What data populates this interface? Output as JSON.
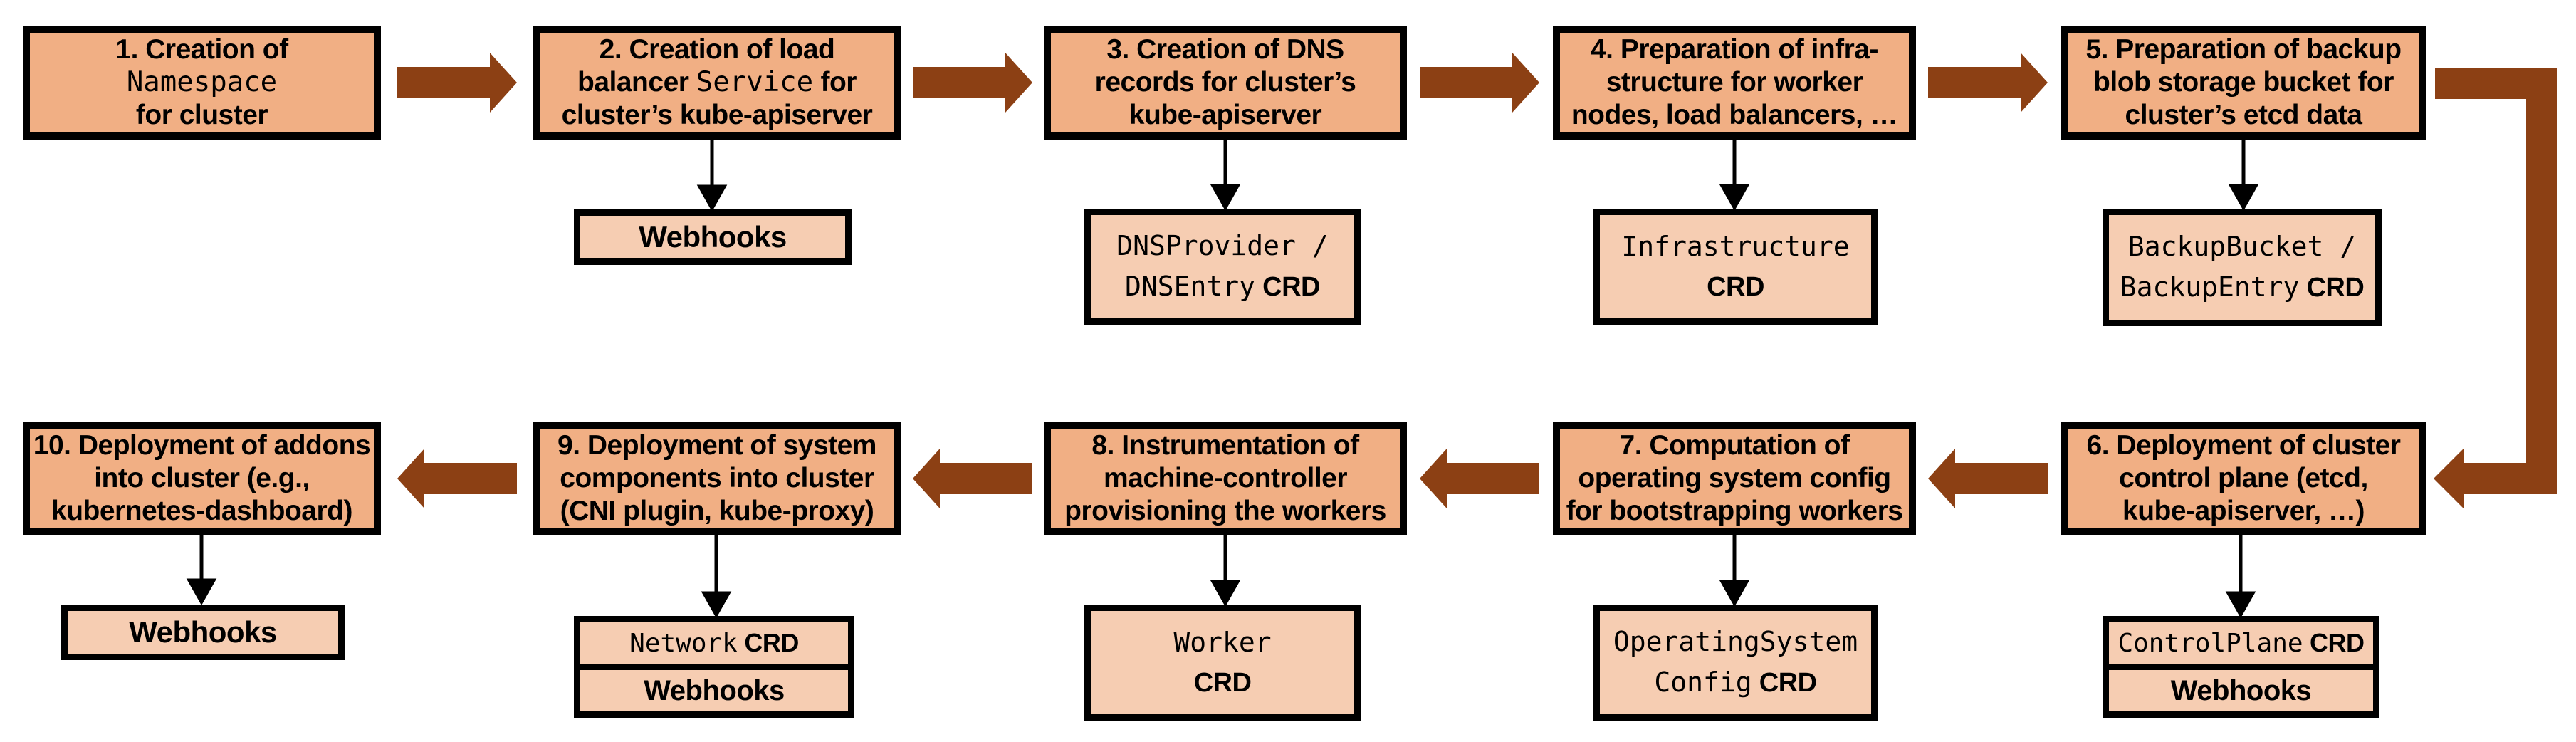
{
  "colors": {
    "step_box_fill": "#F1AF84",
    "artifact_box_fill": "#F6CDB2",
    "border": "#000000",
    "flow_arrow": "#8C4014",
    "background": "#FFFFFF"
  },
  "steps": [
    {
      "lines": [
        {
          "segs": [
            {
              "text": "1. Creation of"
            }
          ]
        },
        {
          "segs": [
            {
              "text": "Namespace",
              "code": true
            }
          ]
        },
        {
          "segs": [
            {
              "text": "for cluster"
            }
          ]
        }
      ]
    },
    {
      "lines": [
        {
          "segs": [
            {
              "text": "2. Creation of load"
            }
          ]
        },
        {
          "segs": [
            {
              "text": "balancer "
            },
            {
              "text": "Service",
              "code": true
            },
            {
              "text": " for"
            }
          ]
        },
        {
          "segs": [
            {
              "text": "cluster’s kube-apiserver"
            }
          ]
        }
      ]
    },
    {
      "lines": [
        {
          "segs": [
            {
              "text": "3. Creation of DNS"
            }
          ]
        },
        {
          "segs": [
            {
              "text": "records for cluster’s"
            }
          ]
        },
        {
          "segs": [
            {
              "text": "kube-apiserver"
            }
          ]
        }
      ]
    },
    {
      "lines": [
        {
          "segs": [
            {
              "text": "4. Preparation of infra-"
            }
          ]
        },
        {
          "segs": [
            {
              "text": "structure for worker"
            }
          ]
        },
        {
          "segs": [
            {
              "text": "nodes, load balancers, …"
            }
          ]
        }
      ]
    },
    {
      "lines": [
        {
          "segs": [
            {
              "text": "5. Preparation of backup"
            }
          ]
        },
        {
          "segs": [
            {
              "text": "blob storage bucket for"
            }
          ]
        },
        {
          "segs": [
            {
              "text": "cluster’s etcd data"
            }
          ]
        }
      ]
    },
    {
      "lines": [
        {
          "segs": [
            {
              "text": "6. Deployment of cluster"
            }
          ]
        },
        {
          "segs": [
            {
              "text": "control plane (etcd,"
            }
          ]
        },
        {
          "segs": [
            {
              "text": "kube-apiserver, …)"
            }
          ]
        }
      ]
    },
    {
      "lines": [
        {
          "segs": [
            {
              "text": "7. Computation of"
            }
          ]
        },
        {
          "segs": [
            {
              "text": "operating system config"
            }
          ]
        },
        {
          "segs": [
            {
              "text": "for bootstrapping workers"
            }
          ]
        }
      ]
    },
    {
      "lines": [
        {
          "segs": [
            {
              "text": "8. Instrumentation of"
            }
          ]
        },
        {
          "segs": [
            {
              "text": "machine-controller"
            }
          ]
        },
        {
          "segs": [
            {
              "text": "provisioning the workers"
            }
          ]
        }
      ]
    },
    {
      "lines": [
        {
          "segs": [
            {
              "text": "9. Deployment of system"
            }
          ]
        },
        {
          "segs": [
            {
              "text": "components into cluster"
            }
          ]
        },
        {
          "segs": [
            {
              "text": "(CNI plugin, kube-proxy)"
            }
          ]
        }
      ]
    },
    {
      "lines": [
        {
          "segs": [
            {
              "text": "10. Deployment of addons"
            }
          ]
        },
        {
          "segs": [
            {
              "text": "into cluster (e.g.,"
            }
          ]
        },
        {
          "segs": [
            {
              "text": "kubernetes-dashboard)"
            }
          ]
        }
      ]
    }
  ],
  "artifacts": [
    {
      "lines": [
        {
          "segs": [
            {
              "text": "Webhooks"
            }
          ]
        }
      ]
    },
    {
      "lines": [
        {
          "segs": [
            {
              "text": "DNSProvider /",
              "code": true
            }
          ]
        },
        {
          "segs": [
            {
              "text": "DNSEntry",
              "code": true
            },
            {
              "text": " CRD",
              "bold": true
            }
          ]
        }
      ]
    },
    {
      "lines": [
        {
          "segs": [
            {
              "text": "Infrastructure",
              "code": true
            }
          ]
        },
        {
          "segs": [
            {
              "text": "CRD",
              "bold": true
            }
          ]
        }
      ]
    },
    {
      "lines": [
        {
          "segs": [
            {
              "text": "BackupBucket /",
              "code": true
            }
          ]
        },
        {
          "segs": [
            {
              "text": "BackupEntry",
              "code": true
            },
            {
              "text": " CRD",
              "bold": true
            }
          ]
        }
      ]
    },
    {
      "rows": [
        {
          "segs": [
            {
              "text": "ControlPlane",
              "code": true
            },
            {
              "text": " CRD",
              "bold": true
            }
          ]
        },
        {
          "segs": [
            {
              "text": "Webhooks"
            }
          ]
        }
      ]
    },
    {
      "lines": [
        {
          "segs": [
            {
              "text": "OperatingSystem",
              "code": true
            }
          ]
        },
        {
          "segs": [
            {
              "text": "Config",
              "code": true
            },
            {
              "text": " CRD",
              "bold": true
            }
          ]
        }
      ]
    },
    {
      "lines": [
        {
          "segs": [
            {
              "text": "Worker",
              "code": true
            }
          ]
        },
        {
          "segs": [
            {
              "text": "CRD",
              "bold": true
            }
          ]
        }
      ]
    },
    {
      "rows": [
        {
          "segs": [
            {
              "text": "Network",
              "code": true
            },
            {
              "text": " CRD",
              "bold": true
            }
          ]
        },
        {
          "segs": [
            {
              "text": "Webhooks"
            }
          ]
        }
      ]
    },
    {
      "lines": [
        {
          "segs": [
            {
              "text": "Webhooks"
            }
          ]
        }
      ]
    }
  ]
}
